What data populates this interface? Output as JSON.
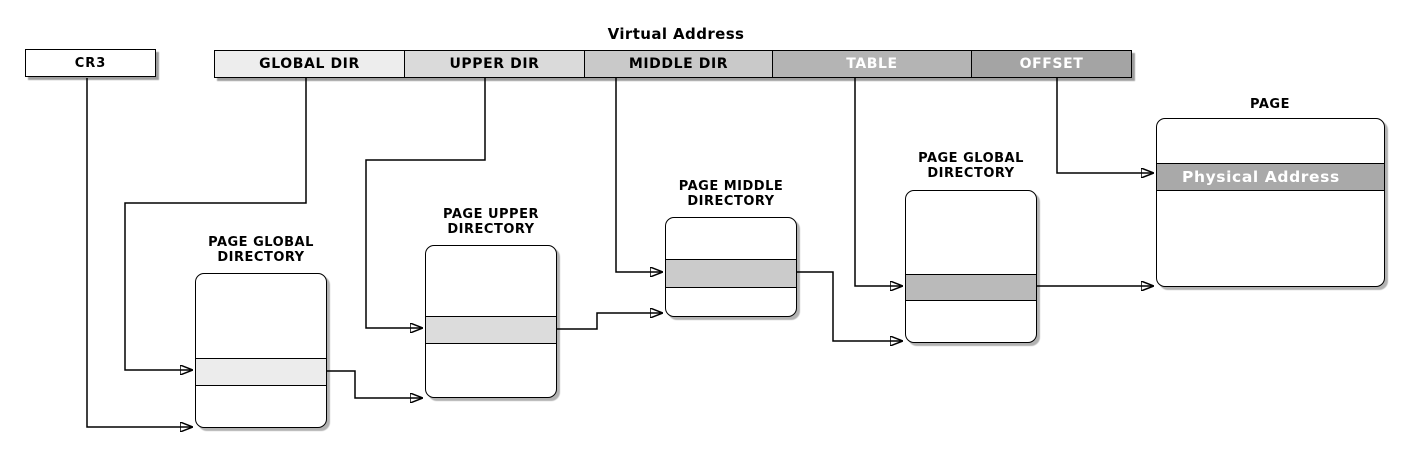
{
  "cr3_register": {
    "label": "CR3"
  },
  "virtual_address_bar": {
    "title": "Virtual Address",
    "fields": [
      {
        "label": "GLOBAL DIR",
        "fill": "#ededed",
        "text_color": "#000000"
      },
      {
        "label": "UPPER DIR",
        "fill": "#dadada",
        "text_color": "#000000"
      },
      {
        "label": "MIDDLE DIR",
        "fill": "#c9c9c9",
        "text_color": "#000000"
      },
      {
        "label": "TABLE",
        "fill": "#b4b4b4",
        "text_color": "#ffffff"
      },
      {
        "label": "OFFSET",
        "fill": "#a4a4a4",
        "text_color": "#ffffff"
      }
    ]
  },
  "page_tables": [
    {
      "label_line1": "PAGE GLOBAL",
      "label_line2": "DIRECTORY",
      "entry_fill": "#ececec",
      "entry_label": ""
    },
    {
      "label_line1": "PAGE UPPER",
      "label_line2": "DIRECTORY",
      "entry_fill": "#dcdcdc",
      "entry_label": ""
    },
    {
      "label_line1": "PAGE MIDDLE",
      "label_line2": "DIRECTORY",
      "entry_fill": "#cbcbcb",
      "entry_label": ""
    },
    {
      "label_line1": "PAGE GLOBAL",
      "label_line2": "DIRECTORY",
      "entry_fill": "#bababa",
      "entry_label": ""
    },
    {
      "label_line1": "PAGE",
      "label_line2": "",
      "entry_fill": "#a9a9a9",
      "entry_label": "Physical Address"
    }
  ],
  "connector_color": "#000000"
}
